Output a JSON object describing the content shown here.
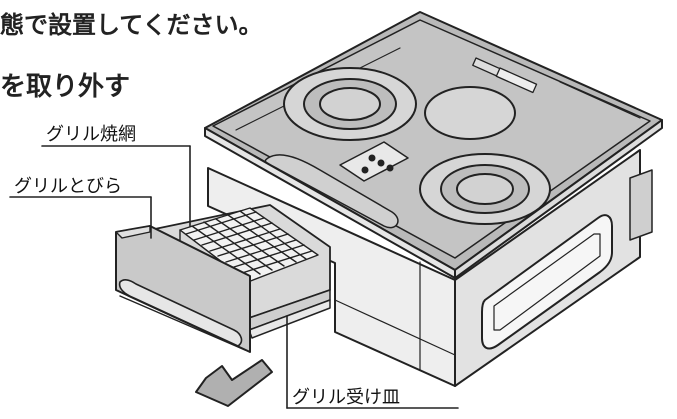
{
  "heading": {
    "line1": "態で設置してください。",
    "line2": "を取り外す"
  },
  "labels": {
    "grill_net": "グリル焼網",
    "grill_door": "グリルとびら",
    "grill_tray": "グリル受け皿"
  }
}
